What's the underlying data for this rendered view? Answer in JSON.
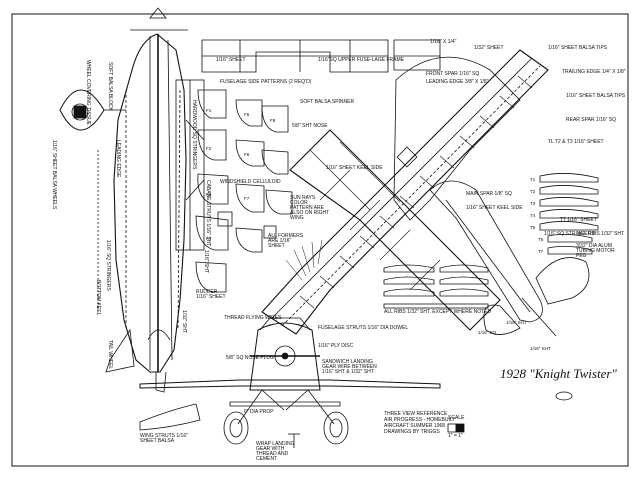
{
  "title": "1928 \"Knight Twister\"",
  "credits": {
    "line1": "THREE VIEW REFERENCE",
    "line2": "AIR PROGRESS - HOMEBUILT",
    "line3": "AIRCRAFT  SUMMER 1968",
    "line4": "DRAWINGS BY TRIGGS"
  },
  "scale": {
    "label": "SCALE",
    "value": "1\" = 1\""
  },
  "labels": {
    "fuselage_side_patterns": "FUSELAGE SIDE PATTERNS (2 REQ'D)",
    "upper_fuselage_frame": "1/16\"SQ UPPER FUSE-LAGE FRAME",
    "sheet_1_16": "1/16\" SHEET",
    "soft_balsa_spinner": "SOFT BALSA SPINNER",
    "sheet_nose": "5/8\" SHT NOSE",
    "sun_rays": "SUN RAYS COLOR PATTERN ARE ALSO ON RIGHT WING",
    "formers": "ALL FORMERS ARE 1/16\" SHEET",
    "windshield": "WINDSHIELD CELLULOID",
    "keel_side": "1/16\" SHEET KEEL SIDE",
    "main_spar": "MAIN SPAR 1/8\" SQ",
    "keel_side_2": "1/16\" SHEET KEEL SIDE",
    "front_spar": "FRONT SPAR 1/16\" SQ",
    "leading_edge": "LEADING EDGE 3/8\" X 1/8\"",
    "le_size": "1/16\" X 1/4\"",
    "sheet_32": "1/32\" SHEET",
    "sheet_balsa_tips": "1/16\" SHEET BALSA TIPS",
    "trailing_edge": "TRAILING EDGE 1/4\" X 1/8\"",
    "sheet_balsa_tips_2": "1/16\" SHEET BALSA TIPS",
    "rear_spar": "REAR SPAR 1/16\" SQ",
    "tl_ribs": "TL T2 & T3 1/16\" SHEET",
    "t7_sheet": "T7 1/16\" SHEET",
    "sq_stringers": "1/16\" SQ STRINGERS",
    "all_ribs_t": "ALL RIBS 1/32\" SHT",
    "alum_tubing": "3/32\" DIA ALUM TUBING MOTOR PEG",
    "all_ribs_note": "ALL RIBS 1/32\" SHT. EXCEPT WHERE NOTED",
    "threaded_wires": "THREAD FLYING WIRES",
    "fuselage_struts": "FUSELAGE STRUTS 1/16\" DIA DOWEL",
    "ply_disc": "1/16\" PLY DISC",
    "nose_plug": "5/8\" SQ NOSE PLUG",
    "sandwich_gear": "SANDWICH LANDING GEAR WIRE BETWEEN 1/16\" SHT & 1/32\" SHT",
    "prop": "6\" DIA PROP",
    "wrap_gear": "WRAP LANDING GEAR WITH THREAD AND CEMENT",
    "wing_struts": "WING STRUTS 1/16\" SHEET BALSA",
    "rudder": "RUDDER 1/16\" SHEET",
    "cabane": "CABANE STRUTS 1/16\" SHT",
    "sq_stringers_2": "1/16\" SQ STRINGERS",
    "soft_balsa_block": "SOFT BALSA BLOCK",
    "leading_edge_v": "LEADING EDGE",
    "wheel_covering": "WHEEL COVERING TISSUE",
    "wing_balsa": "1/16\" SHEET BALSA WHEELS",
    "hardwood_pins": "HARDWOOD SQ STRINGERS",
    "tail_wheel": "TAIL WHEEL",
    "bottom_keel": "BOTTOM KEEL",
    "sht_32": "1/32\" SHT",
    "sht_16": "1/16\" SHT",
    "sht_16b": "1/16\" SHT",
    "stab": "1/16\" SHT",
    "sq_nose": "1/16\" SQ"
  },
  "former_numbers": [
    "F1",
    "F2",
    "F3",
    "F4",
    "F5",
    "F6",
    "F7",
    "F8"
  ],
  "rib_numbers": [
    "T1",
    "T2",
    "T3",
    "T4",
    "T5",
    "T6",
    "T7"
  ]
}
